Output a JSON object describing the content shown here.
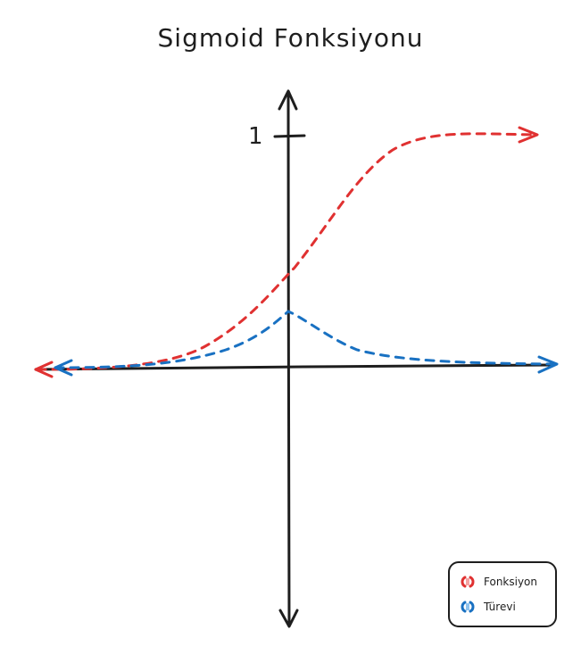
{
  "title": "Sigmoid Fonksiyonu",
  "y_tick_label": "1",
  "legend": {
    "items": [
      {
        "label": "Fonksiyon",
        "color": "#e03131"
      },
      {
        "label": "Türevi",
        "color": "#1971c2"
      }
    ]
  },
  "chart_data": {
    "type": "line",
    "series": [
      {
        "name": "Fonksiyon",
        "color": "#e03131"
      },
      {
        "name": "Türevi",
        "color": "#1971c2"
      }
    ],
    "y_ticks": [
      1
    ],
    "line_style": "dashed"
  }
}
